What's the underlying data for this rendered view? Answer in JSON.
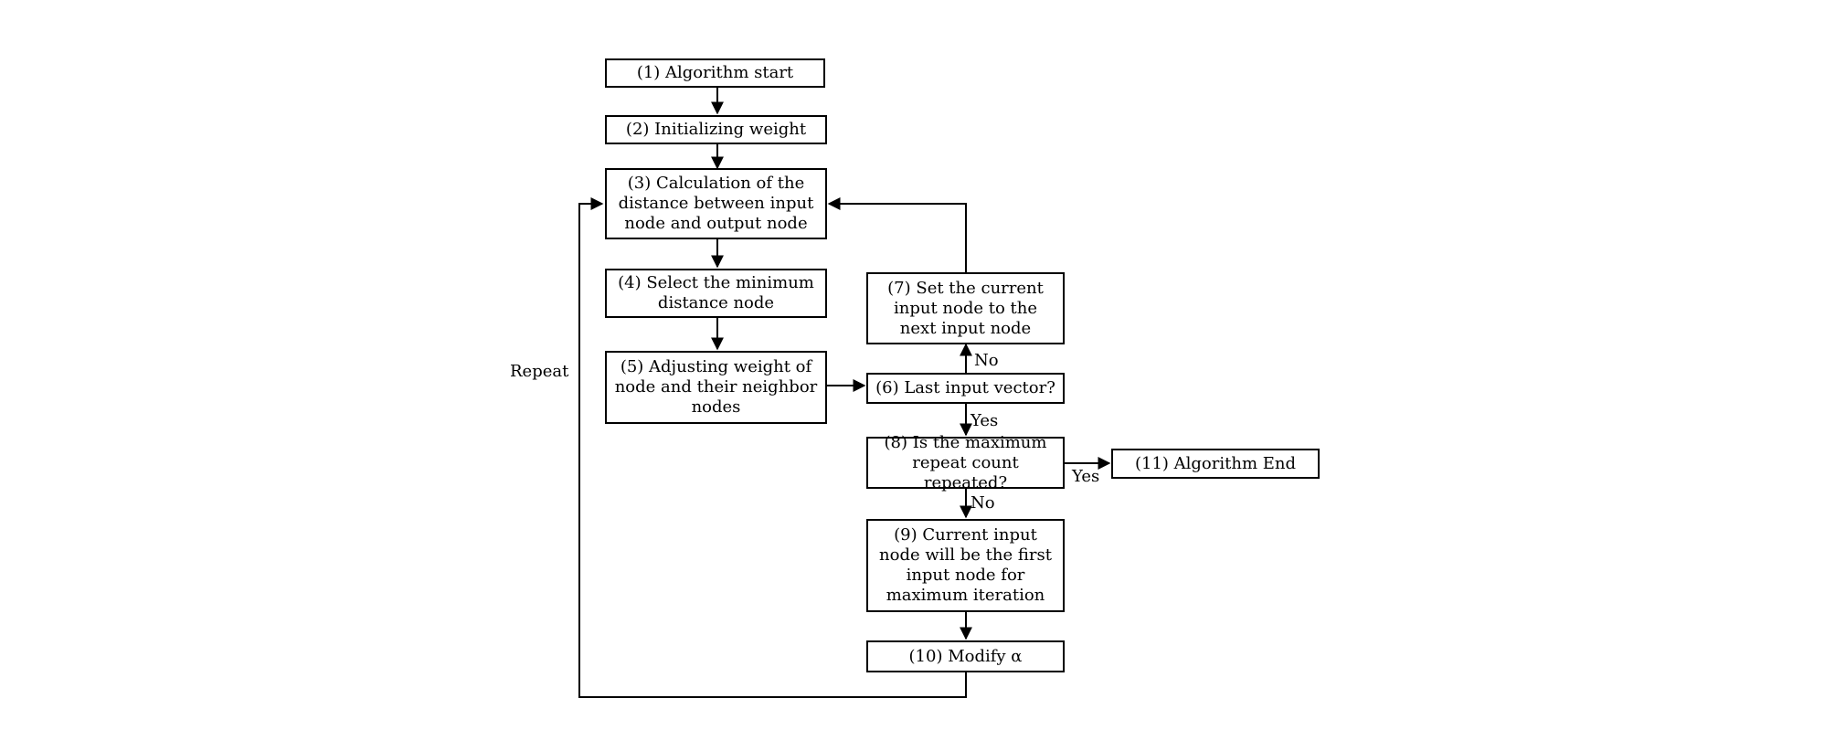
{
  "nodes": {
    "n1": "(1) Algorithm start",
    "n2": "(2) Initializing weight",
    "n3": "(3) Calculation of the distance between input node and output node",
    "n4": "(4) Select the minimum distance node",
    "n5": "(5) Adjusting weight of node and their neighbor nodes",
    "n6": "(6) Last input vector?",
    "n7": "(7) Set the current input node to the next input node",
    "n8": "(8) Is the maximum repeat count repeated?",
    "n9": "(9) Current input node will be the first input node for maximum iteration",
    "n10": "(10) Modify α",
    "n11": "(11) Algorithm End"
  },
  "edge_labels": {
    "n6_to_n7": "No",
    "n6_to_n8": "Yes",
    "n8_to_n11": "Yes",
    "n8_to_n9": "No",
    "loop": "Repeat"
  }
}
